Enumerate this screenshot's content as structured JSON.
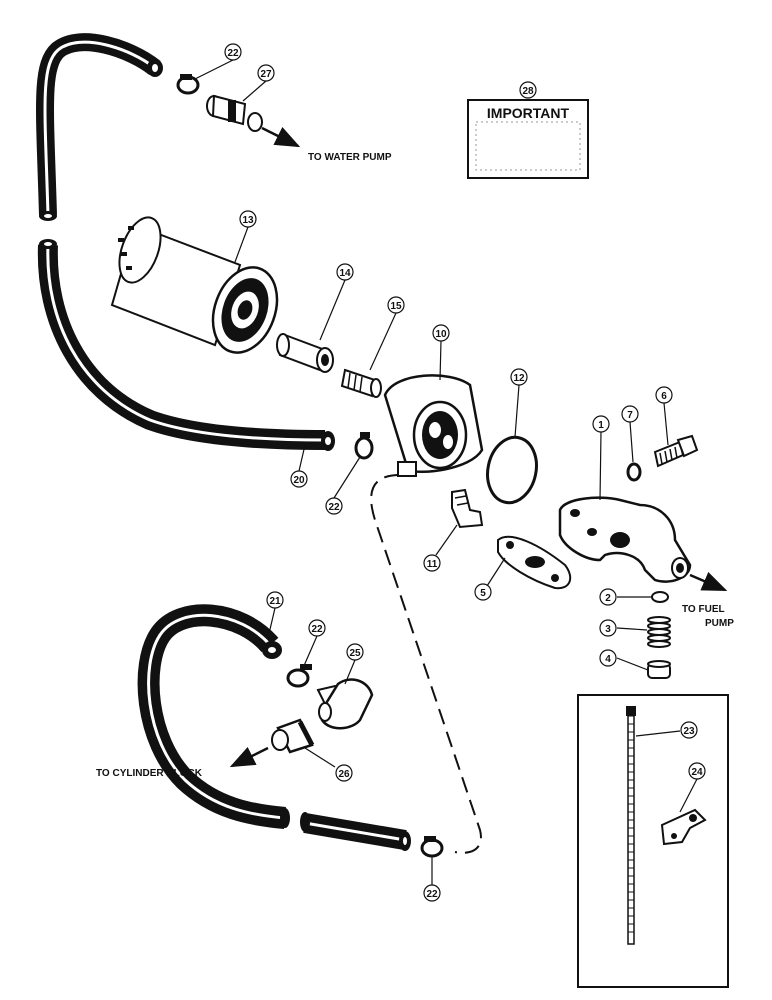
{
  "callouts": {
    "c1": "1",
    "c2": "2",
    "c3": "3",
    "c4": "4",
    "c5": "5",
    "c6": "6",
    "c7": "7",
    "c10": "10",
    "c11": "11",
    "c12": "12",
    "c13": "13",
    "c14": "14",
    "c15": "15",
    "c20": "20",
    "c21": "21",
    "c22a": "22",
    "c22b": "22",
    "c22c": "22",
    "c22d": "22",
    "c23": "23",
    "c24": "24",
    "c25": "25",
    "c26": "26",
    "c27": "27",
    "c28": "28"
  },
  "labels": {
    "to_water_pump": "TO WATER PUMP",
    "to_fuel_1": "TO FUEL",
    "to_fuel_2": "PUMP",
    "to_cylinder_block": "TO CYLINDER BLOCK",
    "important": "IMPORTANT"
  },
  "colors": {
    "ink": "#111111",
    "paper": "#ffffff"
  }
}
